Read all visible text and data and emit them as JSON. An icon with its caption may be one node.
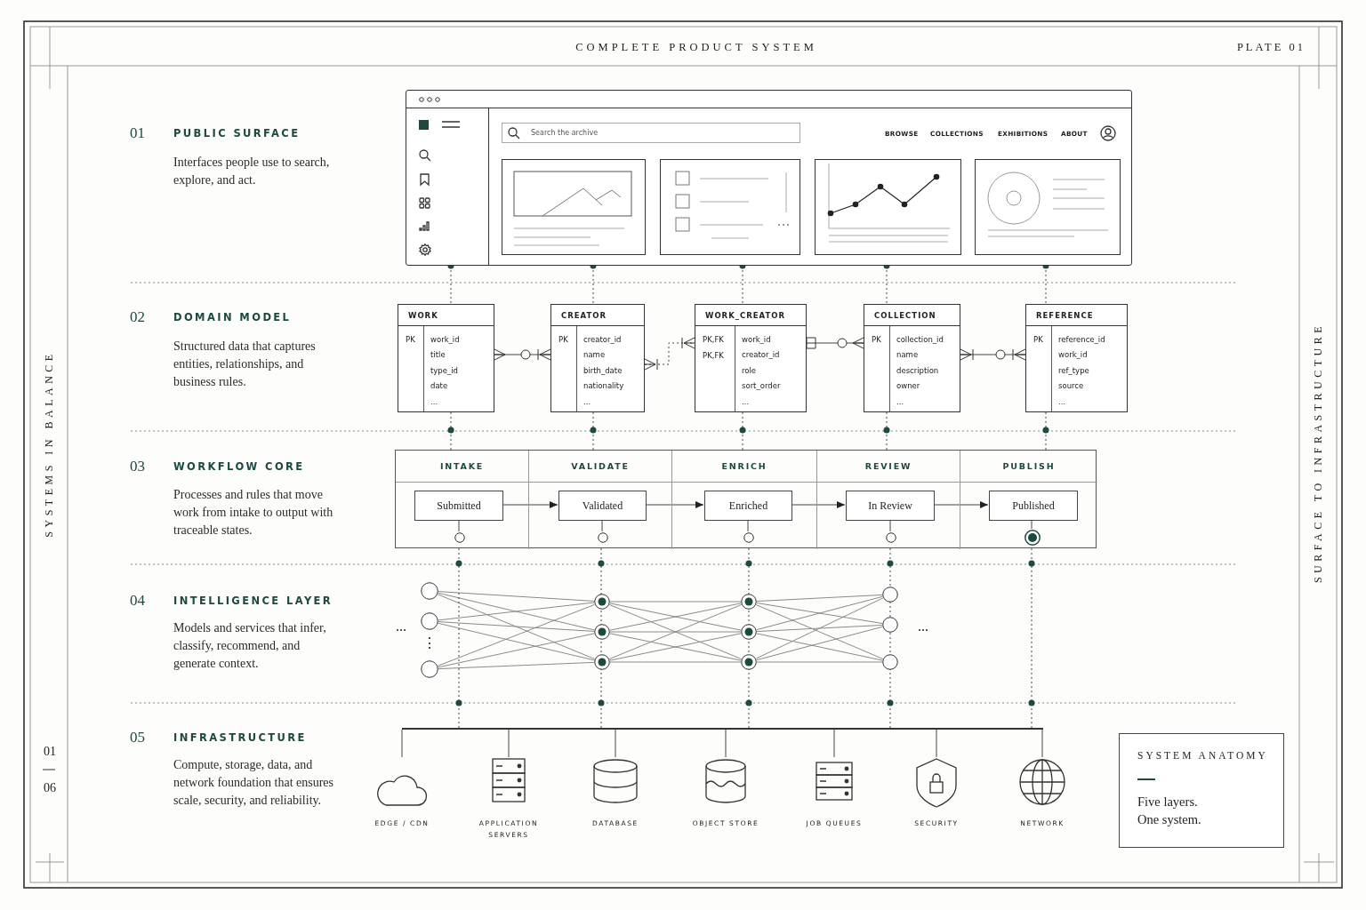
{
  "diagram": {
    "title": "COMPLETE PRODUCT SYSTEM",
    "nodes": [
      {
        "text": [
          "Search the archive",
          "BROWSE",
          "COLLECTIONS",
          "EXHIBITIONS",
          "ABOUT"
        ]
      },
      {
        "text": [
          "WORK",
          "PK",
          "work_id",
          "title",
          "type_id",
          "date",
          "..."
        ]
      },
      {
        "text": [
          "CREATOR",
          "PK",
          "creator_id",
          "name",
          "birth_date",
          "nationality",
          "..."
        ]
      },
      {
        "text": [
          "WORK_CREATOR",
          "PK,FK",
          "PK,FK",
          "work_id",
          "creator_id",
          "role",
          "sort_order",
          "..."
        ]
      },
      {
        "text": [
          "COLLECTION",
          "PK",
          "collection_id",
          "name",
          "description",
          "owner",
          "..."
        ]
      },
      {
        "text": [
          "REFERENCE",
          "PK",
          "reference_id",
          "work_id",
          "ref_type",
          "source",
          "..."
        ]
      },
      {
        "text": [],
        "shape": "box"
      },
      {
        "text": [
          "INTAKE"
        ],
        "in": 6
      },
      {
        "text": [
          "VALIDATE"
        ],
        "in": 6
      },
      {
        "text": [
          "ENRICH"
        ],
        "in": 6
      },
      {
        "text": [
          "REVIEW"
        ],
        "in": 6
      },
      {
        "text": [
          "PUBLISH"
        ],
        "in": 6
      },
      {
        "text": [
          "Submitted"
        ],
        "in": 7
      },
      {
        "text": [
          "Validated"
        ],
        "in": 8
      },
      {
        "text": [
          "Enriched"
        ],
        "in": 9
      },
      {
        "text": [
          "In Review"
        ],
        "in": 10
      },
      {
        "text": [
          "Published"
        ],
        "in": 11
      },
      {
        "text": [],
        "shape": "circle",
        "in": 7
      },
      {
        "text": [],
        "shape": "circle",
        "in": 8
      },
      {
        "text": [],
        "shape": "circle",
        "in": 9
      },
      {
        "text": [],
        "shape": "circle",
        "in": 10
      },
      {
        "text": [],
        "shape": "circle",
        "in": 11
      },
      {
        "text": [],
        "shape": "circle"
      },
      {
        "text": [],
        "shape": "circle"
      },
      {
        "text": [],
        "shape": "circle"
      },
      {
        "text": [],
        "shape": "circle"
      },
      {
        "text": [],
        "shape": "circle"
      },
      {
        "text": [],
        "shape": "circle"
      },
      {
        "text": [],
        "shape": "circle"
      },
      {
        "text": [],
        "shape": "circle"
      },
      {
        "text": [],
        "shape": "circle"
      },
      {
        "text": [],
        "shape": "circle"
      },
      {
        "text": [],
        "shape": "circle"
      },
      {
        "text": [],
        "shape": "circle"
      },
      {
        "text": [],
        "shape": "bar"
      },
      {
        "text": [
          "EDGE / CDN"
        ]
      },
      {
        "text": [
          "APPLICATION SERVERS"
        ]
      },
      {
        "text": [
          "DATABASE"
        ]
      },
      {
        "text": [
          "OBJECT STORE"
        ]
      },
      {
        "text": [
          "JOB QUEUES"
        ]
      },
      {
        "text": [
          "SECURITY"
        ]
      },
      {
        "text": [
          "NETWORK"
        ]
      },
      {
        "text": [
          "SYSTEM ANATOMY",
          "Five layers. One system."
        ]
      }
    ],
    "edges": [
      {
        "from": 0,
        "to": 1,
        "arrow": "other",
        "style": "dashed"
      },
      {
        "from": 0,
        "to": 2,
        "arrow": "other",
        "style": "dashed"
      },
      {
        "from": 0,
        "to": 3,
        "arrow": "other",
        "style": "dashed"
      },
      {
        "from": 0,
        "to": 4,
        "arrow": "other",
        "style": "dashed"
      },
      {
        "from": 0,
        "to": 5,
        "arrow": "other",
        "style": "dashed"
      },
      {
        "from": 1,
        "to": 2,
        "arrow": "other"
      },
      {
        "from": 2,
        "to": 3,
        "arrow": "other",
        "style": "dashed"
      },
      {
        "from": 3,
        "to": 4,
        "arrow": "other"
      },
      {
        "from": 4,
        "to": 5,
        "arrow": "other"
      },
      {
        "from": 1,
        "to": 7,
        "arrow": "none",
        "style": "dashed"
      },
      {
        "from": 2,
        "to": 8,
        "arrow": "none",
        "style": "dashed"
      },
      {
        "from": 3,
        "to": 9,
        "arrow": "none",
        "style": "dashed"
      },
      {
        "from": 4,
        "to": 10,
        "arrow": "none",
        "style": "dashed"
      },
      {
        "from": 5,
        "to": 11,
        "arrow": "none",
        "style": "dashed"
      },
      {
        "from": 12,
        "to": 13,
        "arrow": "to"
      },
      {
        "from": 13,
        "to": 14,
        "arrow": "to"
      },
      {
        "from": 14,
        "to": 15,
        "arrow": "to"
      },
      {
        "from": 15,
        "to": 16,
        "arrow": "to"
      },
      {
        "from": 12,
        "to": 17,
        "arrow": "none"
      },
      {
        "from": 13,
        "to": 18,
        "arrow": "none"
      },
      {
        "from": 14,
        "to": 19,
        "arrow": "none"
      },
      {
        "from": 15,
        "to": 20,
        "arrow": "none"
      },
      {
        "from": 16,
        "to": 21,
        "arrow": "none"
      },
      {
        "from": 22,
        "to": 25,
        "arrow": "none"
      },
      {
        "from": 22,
        "to": 26,
        "arrow": "none"
      },
      {
        "from": 22,
        "to": 27,
        "arrow": "none"
      },
      {
        "from": 23,
        "to": 25,
        "arrow": "none"
      },
      {
        "from": 23,
        "to": 26,
        "arrow": "none"
      },
      {
        "from": 23,
        "to": 27,
        "arrow": "none"
      },
      {
        "from": 24,
        "to": 25,
        "arrow": "none"
      },
      {
        "from": 24,
        "to": 26,
        "arrow": "none"
      },
      {
        "from": 24,
        "to": 27,
        "arrow": "none"
      },
      {
        "from": 25,
        "to": 28,
        "arrow": "none"
      },
      {
        "from": 25,
        "to": 29,
        "arrow": "none"
      },
      {
        "from": 25,
        "to": 30,
        "arrow": "none"
      },
      {
        "from": 26,
        "to": 28,
        "arrow": "none"
      },
      {
        "from": 26,
        "to": 29,
        "arrow": "none"
      },
      {
        "from": 26,
        "to": 30,
        "arrow": "none"
      },
      {
        "from": 27,
        "to": 28,
        "arrow": "none"
      },
      {
        "from": 27,
        "to": 29,
        "arrow": "none"
      },
      {
        "from": 27,
        "to": 30,
        "arrow": "none"
      },
      {
        "from": 28,
        "to": 31,
        "arrow": "none"
      },
      {
        "from": 28,
        "to": 32,
        "arrow": "none"
      },
      {
        "from": 28,
        "to": 33,
        "arrow": "none"
      },
      {
        "from": 29,
        "to": 31,
        "arrow": "none"
      },
      {
        "from": 29,
        "to": 32,
        "arrow": "none"
      },
      {
        "from": 29,
        "to": 33,
        "arrow": "none"
      },
      {
        "from": 30,
        "to": 31,
        "arrow": "none"
      },
      {
        "from": 30,
        "to": 32,
        "arrow": "none"
      },
      {
        "from": 30,
        "to": 33,
        "arrow": "none"
      },
      {
        "from": 34,
        "to": 35,
        "arrow": "none"
      },
      {
        "from": 34,
        "to": 36,
        "arrow": "none"
      },
      {
        "from": 34,
        "to": 37,
        "arrow": "none"
      },
      {
        "from": 34,
        "to": 38,
        "arrow": "none"
      },
      {
        "from": 34,
        "to": 39,
        "arrow": "none"
      },
      {
        "from": 34,
        "to": 40,
        "arrow": "none"
      },
      {
        "from": 34,
        "to": 41,
        "arrow": "none"
      },
      {
        "from": 7,
        "to": 34,
        "arrow": "none",
        "style": "dashed"
      },
      {
        "from": 8,
        "to": 34,
        "arrow": "none",
        "style": "dashed"
      },
      {
        "from": 9,
        "to": 34,
        "arrow": "none",
        "style": "dashed"
      },
      {
        "from": 10,
        "to": 34,
        "arrow": "none",
        "style": "dashed"
      },
      {
        "from": 11,
        "to": 34,
        "arrow": "none",
        "style": "dashed"
      }
    ],
    "labels": [
      "PLATE 01",
      "01",
      "PUBLIC SURFACE",
      "Interfaces people use to search, explore, and act.",
      "02",
      "DOMAIN MODEL",
      "Structured data that captures entities, relationships, and business rules.",
      "03",
      "WORKFLOW CORE",
      "Processes and rules that move work from intake to output with traceable states.",
      "04",
      "INTELLIGENCE LAYER",
      "Models and services that infer, classify, recommend, and generate context.",
      "05",
      "INFRASTRUCTURE",
      "Compute, storage, data, and network foundation that ensures scale, security, and reliability.",
      "...",
      "⋮",
      "...",
      "SYSTEMS IN BALANCE",
      "SURFACE TO INFRASTRUCTURE",
      "01",
      "06"
    ]
  }
}
